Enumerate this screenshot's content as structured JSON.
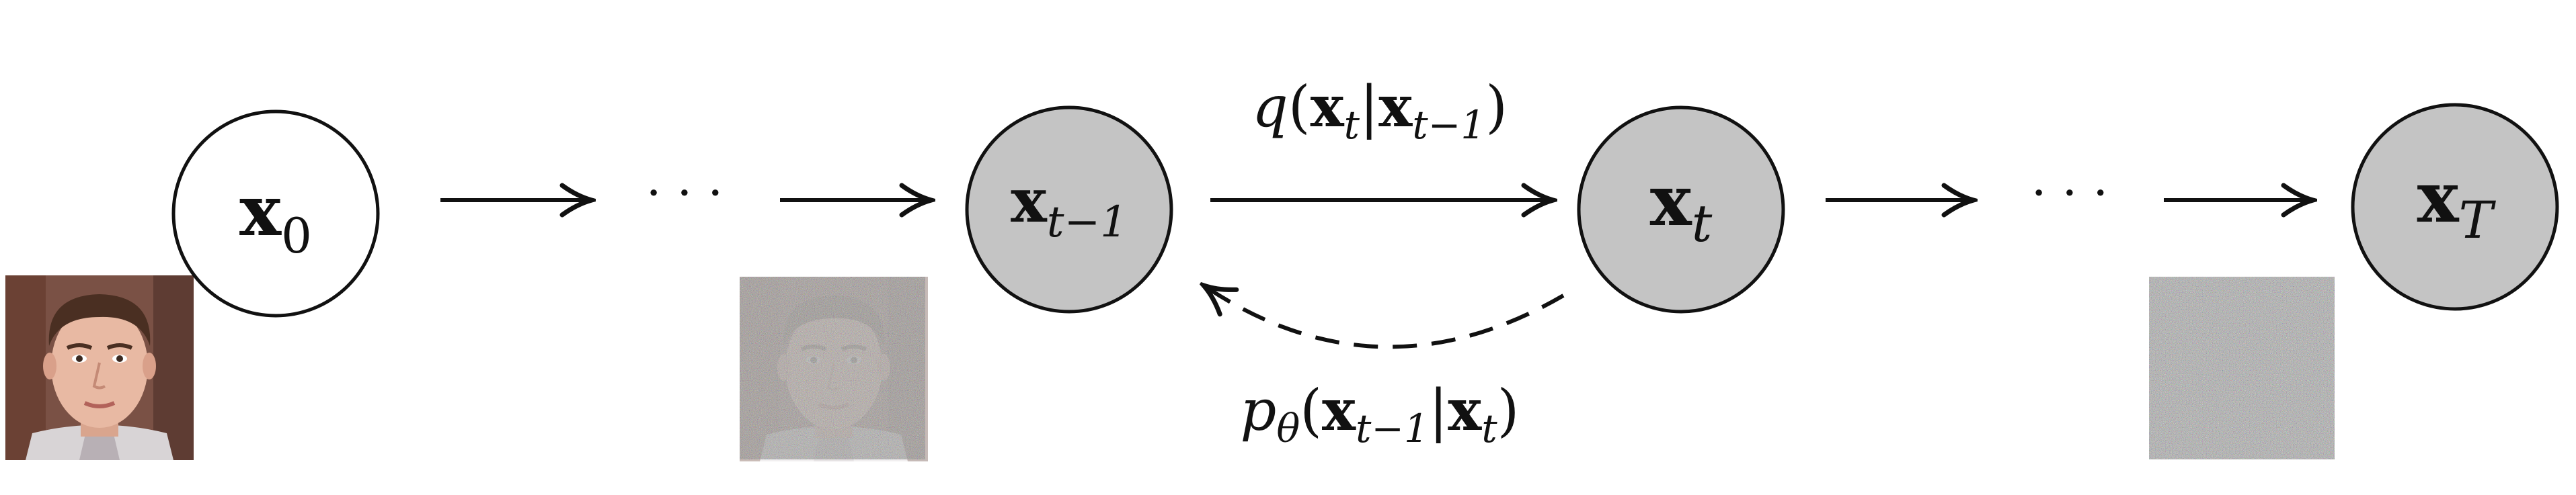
{
  "nodes": [
    {
      "id": "x0",
      "base": "x",
      "sub": "0",
      "filled": false
    },
    {
      "id": "xt-1",
      "base": "x",
      "sub": "t−1",
      "filled": true
    },
    {
      "id": "xt",
      "base": "x",
      "sub": "t",
      "filled": true
    },
    {
      "id": "xT",
      "base": "x",
      "sub": "T",
      "filled": true
    }
  ],
  "ellipsis": [
    "· · ·",
    "· · ·"
  ],
  "edges": {
    "forward_label": {
      "func": "q",
      "open": "(",
      "a_base": "x",
      "a_sub": "t",
      "bar": "|",
      "b_base": "x",
      "b_sub": "t−1",
      "close": ")"
    },
    "reverse_label": {
      "func": "p",
      "func_sub": "θ",
      "open": "(",
      "a_base": "x",
      "a_sub": "t−1",
      "bar": "|",
      "b_base": "x",
      "b_sub": "t",
      "close": ")"
    }
  },
  "images": [
    {
      "id": "clean-face",
      "noise": 0.0
    },
    {
      "id": "noisy-face",
      "noise": 0.8
    },
    {
      "id": "pure-noise",
      "noise": 1.0
    }
  ],
  "colors": {
    "filled_node": "#c4c4c4",
    "stroke": "#111111",
    "background": "#ffffff"
  }
}
